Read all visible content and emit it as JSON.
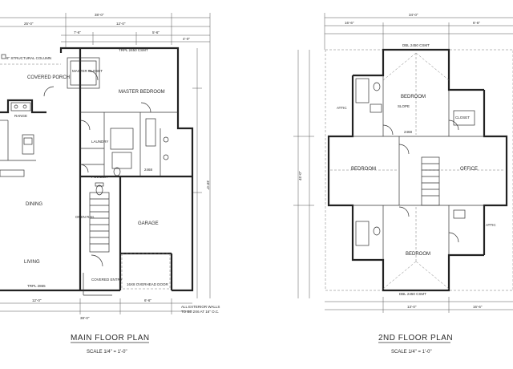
{
  "main_floor": {
    "title": "MAIN FLOOR PLAN",
    "scale": "SCALE 1/4\" = 1'-0\"",
    "rooms": {
      "covered_porch": "COVERED PORCH",
      "master_closet": "MASTER CLOSET",
      "master_bedroom": "MASTER BEDROOM",
      "range": "RANGE",
      "laundry": "LAUNDRY",
      "powder": "POWDER",
      "dining": "DINING",
      "garage": "GARAGE",
      "living": "LIVING",
      "open_rail": "OPEN RAIL"
    },
    "notes": {
      "structural_column": "8\" STRUCTURAL COLUMN",
      "overhead_door": "16X8 OVERHEAD DOOR",
      "exterior_walls": "ALL EXTERIOR WALLS TO BE 2X6 AT 16\" O.C.",
      "covered_entry": "COVERED ENTRY",
      "window_top": "TRPL 2450 CSMT",
      "window_bottom": "TRPL 2865",
      "hdr": "2468"
    },
    "dims": {
      "overall": "38'-0\"",
      "upper": "25'-0\"",
      "a": "12'-0\"",
      "b": "7'-6\"",
      "c": "5'-6\"",
      "d": "4'-0\"",
      "bottom_total": "38'-0\"",
      "bottom_a": "12'-0\"",
      "bottom_b": "6'-6\"",
      "side": "38'-0\""
    }
  },
  "second_floor": {
    "title": "2ND FLOOR PLAN",
    "scale": "SCALE 1/4\" = 1'-0\"",
    "rooms": {
      "bedroom_top": "BEDROOM",
      "bedroom_left": "BEDROOM",
      "office": "OFFICE",
      "bedroom_bottom": "BEDROOM",
      "closet": "CLOSET",
      "attic_left": "ATTIC",
      "attic_right": "ATTIC"
    },
    "notes": {
      "window_top": "DBL 2450 CSMT",
      "window_bottom": "DBL 2450 CSMT",
      "slope": "SLOPE",
      "hdr": "2468"
    },
    "dims": {
      "overall": "34'-0\"",
      "left": "16'-6\"",
      "right": "6'-6\"",
      "bottom_a": "13'-0\"",
      "bottom_b": "16'-6\"",
      "side": "45'-0\""
    }
  }
}
